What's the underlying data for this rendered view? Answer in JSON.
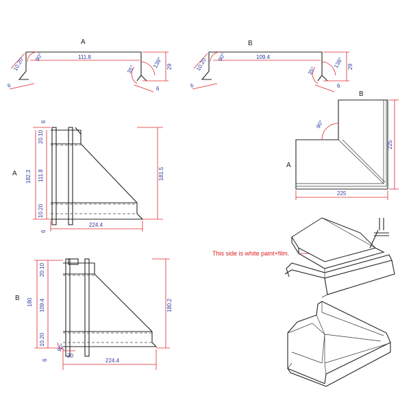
{
  "labels": {
    "profile_a": "A",
    "profile_b": "B",
    "top_view_b": "B",
    "top_view_a": "A",
    "side_a": "A",
    "side_b": "B"
  },
  "profile_a": {
    "width": "111.8",
    "flange_left": "10.20",
    "angle_left": "90°",
    "hem_left": "6",
    "angle_inner": "35°",
    "angle_outer": "138°",
    "height": "29",
    "hem_right": "6"
  },
  "profile_b": {
    "width": "109.4",
    "flange_left": "10.20",
    "angle_left": "90°",
    "hem_left": "6",
    "angle_inner": "35°",
    "angle_outer": "138°",
    "height": "29",
    "hem_right": "6"
  },
  "side_a": {
    "top_small": "6",
    "top_flange": "20.10",
    "total": "182.3",
    "web": "111.8",
    "bottom_flange": "10.20",
    "bottom_small": "6",
    "right_height": "181.5",
    "length": "224.4"
  },
  "side_b": {
    "top_flange": "20.10",
    "total": "180",
    "web": "109.4",
    "bottom_flange": "10.20",
    "bottom_small": "6",
    "right_height": "180.2",
    "angle": "90°",
    "tab": "20",
    "length": "224.4"
  },
  "top_view": {
    "angle": "90°",
    "height": "225",
    "width": "225"
  },
  "note": "This side is white paint+film."
}
